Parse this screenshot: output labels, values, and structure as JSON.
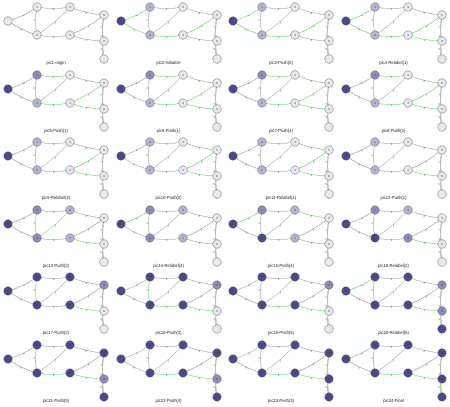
{
  "colors": {
    "edge_default": "#9a9a9a",
    "edge_active": "#58d858",
    "node_empty": "#e8e8ee",
    "node_light": "#b4b4d6",
    "node_mid": "#8c8cc0",
    "node_dark": "#4a4a8a",
    "background": "#ffffff"
  },
  "graph": {
    "nodes": [
      {
        "id": "s",
        "label": ""
      },
      {
        "id": "a",
        "label": "1"
      },
      {
        "id": "b",
        "label": "2"
      },
      {
        "id": "c",
        "label": "3"
      },
      {
        "id": "d",
        "label": "4"
      },
      {
        "id": "e",
        "label": "5"
      },
      {
        "id": "f",
        "label": "6"
      },
      {
        "id": "t",
        "label": ""
      }
    ],
    "edges": [
      [
        "s",
        "a",
        "4"
      ],
      [
        "s",
        "b",
        "8"
      ],
      [
        "a",
        "b",
        "3"
      ],
      [
        "a",
        "c",
        "9"
      ],
      [
        "b",
        "d",
        "6"
      ],
      [
        "b",
        "c",
        "2"
      ],
      [
        "c",
        "e",
        "8"
      ],
      [
        "d",
        "e",
        "5"
      ],
      [
        "d",
        "f",
        "4"
      ],
      [
        "e",
        "f",
        "7"
      ],
      [
        "f",
        "t",
        "9"
      ],
      [
        "e",
        "t",
        "3"
      ]
    ]
  },
  "panels": [
    {
      "caption": "pic1-origin",
      "levels": [
        0,
        0,
        0,
        0,
        0,
        0,
        0,
        0
      ],
      "active": []
    },
    {
      "caption": "pic2-Initialize",
      "levels": [
        3,
        1,
        1,
        0,
        0,
        0,
        0,
        0
      ],
      "active": [
        0,
        1,
        4,
        7
      ]
    },
    {
      "caption": "pic3-Push(0)",
      "levels": [
        3,
        1,
        1,
        0,
        0,
        0,
        0,
        0
      ],
      "active": [
        0,
        1,
        4,
        7
      ]
    },
    {
      "caption": "pic4-Relabel(1)",
      "levels": [
        3,
        1,
        1,
        0,
        0,
        0,
        0,
        0
      ],
      "active": [
        0,
        1,
        4,
        7,
        8
      ]
    },
    {
      "caption": "pic5-Push(1)",
      "levels": [
        3,
        2,
        1,
        0,
        0,
        0,
        0,
        0
      ],
      "active": [
        3,
        4,
        7,
        8
      ]
    },
    {
      "caption": "pic6-Push(1)",
      "levels": [
        3,
        2,
        1,
        0,
        0,
        0,
        0,
        0
      ],
      "active": [
        3,
        4,
        7,
        8
      ]
    },
    {
      "caption": "pic7-Push(4)",
      "levels": [
        3,
        2,
        1,
        0,
        0,
        0,
        0,
        0
      ],
      "active": [
        3,
        4,
        7,
        8
      ]
    },
    {
      "caption": "pic8-Push(2)",
      "levels": [
        3,
        2,
        1,
        0,
        0,
        0,
        0,
        0
      ],
      "active": [
        3,
        4,
        7,
        8
      ]
    },
    {
      "caption": "pic9-Relabel(2)",
      "levels": [
        3,
        1,
        1,
        0,
        0,
        0,
        0,
        0
      ],
      "active": [
        7,
        8
      ]
    },
    {
      "caption": "pic10-Push(2)",
      "levels": [
        3,
        1,
        1,
        0,
        0,
        0,
        0,
        0
      ],
      "active": [
        7,
        8
      ]
    },
    {
      "caption": "pic11-Relabel(1)",
      "levels": [
        3,
        1,
        1,
        0,
        0,
        0,
        0,
        0
      ],
      "active": [
        7,
        8
      ]
    },
    {
      "caption": "pic12-Push(1)",
      "levels": [
        3,
        1,
        1,
        0,
        0,
        0,
        0,
        0
      ],
      "active": [
        8
      ]
    },
    {
      "caption": "pic13-Push(3)",
      "levels": [
        3,
        2,
        2,
        1,
        1,
        0,
        0,
        0
      ],
      "active": [
        2,
        5,
        8
      ]
    },
    {
      "caption": "pic14-Relabel(4)",
      "levels": [
        3,
        2,
        2,
        1,
        1,
        0,
        0,
        0
      ],
      "active": [
        0,
        4,
        8
      ]
    },
    {
      "caption": "pic15-Push(4)",
      "levels": [
        3,
        2,
        3,
        1,
        1,
        0,
        0,
        0
      ],
      "active": [
        0,
        4,
        6,
        8
      ]
    },
    {
      "caption": "pic16-Relabel(2)",
      "levels": [
        3,
        2,
        3,
        1,
        2,
        0,
        0,
        0
      ],
      "active": [
        4,
        8
      ]
    },
    {
      "caption": "pic17-Push(2)",
      "levels": [
        3,
        3,
        3,
        3,
        3,
        2,
        0,
        0
      ],
      "active": [
        2,
        8
      ]
    },
    {
      "caption": "pic18-Push(3)",
      "levels": [
        3,
        3,
        3,
        3,
        3,
        2,
        0,
        0
      ],
      "active": [
        0,
        2,
        4,
        8
      ]
    },
    {
      "caption": "pic19-Push(5)",
      "levels": [
        3,
        3,
        3,
        3,
        3,
        2,
        0,
        0
      ],
      "active": [
        0,
        4,
        8
      ]
    },
    {
      "caption": "pic20-Relabel(5)",
      "levels": [
        3,
        3,
        3,
        3,
        3,
        2,
        2,
        3
      ],
      "active": [
        0,
        8,
        10
      ]
    },
    {
      "caption": "pic21-Push(5)",
      "levels": [
        3,
        3,
        3,
        3,
        3,
        3,
        2,
        3
      ],
      "active": [
        0,
        4,
        8
      ]
    },
    {
      "caption": "pic22-Push(4)",
      "levels": [
        3,
        3,
        3,
        3,
        3,
        3,
        2,
        3
      ],
      "active": [
        0,
        4,
        8
      ]
    },
    {
      "caption": "pic23-Push(3)",
      "levels": [
        3,
        3,
        3,
        3,
        3,
        3,
        3,
        3
      ],
      "active": [
        0,
        4,
        8
      ]
    },
    {
      "caption": "pic24-Final",
      "levels": [
        3,
        3,
        3,
        3,
        3,
        3,
        3,
        3
      ],
      "active": [
        0,
        4,
        8,
        10
      ]
    }
  ]
}
